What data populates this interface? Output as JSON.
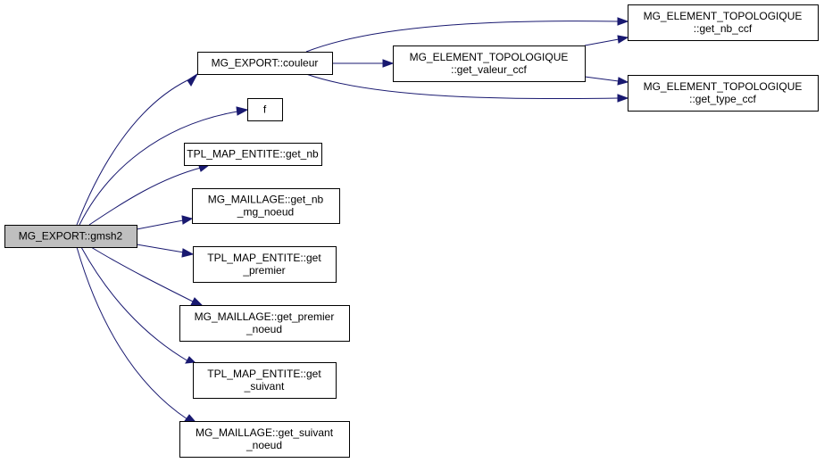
{
  "diagram": {
    "type": "call-graph",
    "edge_color": "#191970",
    "root_fill": "#bfbfbf",
    "node_fill": "#ffffff",
    "nodes": [
      {
        "id": "gmsh2",
        "lines": [
          "MG_EXPORT::gmsh2"
        ],
        "root": true
      },
      {
        "id": "couleur",
        "lines": [
          "MG_EXPORT::couleur"
        ]
      },
      {
        "id": "f",
        "lines": [
          "f"
        ]
      },
      {
        "id": "tpl_get_nb",
        "lines": [
          "TPL_MAP_ENTITE::get_nb"
        ]
      },
      {
        "id": "mg_get_nb_mg_noeud",
        "lines": [
          "MG_MAILLAGE::get_nb",
          "_mg_noeud"
        ]
      },
      {
        "id": "tpl_get_premier",
        "lines": [
          "TPL_MAP_ENTITE::get",
          "_premier"
        ]
      },
      {
        "id": "mg_get_premier_noeud",
        "lines": [
          "MG_MAILLAGE::get_premier",
          "_noeud"
        ]
      },
      {
        "id": "tpl_get_suivant",
        "lines": [
          "TPL_MAP_ENTITE::get",
          "_suivant"
        ]
      },
      {
        "id": "mg_get_suivant_noeud",
        "lines": [
          "MG_MAILLAGE::get_suivant",
          "_noeud"
        ]
      },
      {
        "id": "get_valeur_ccf",
        "lines": [
          "MG_ELEMENT_TOPOLOGIQUE",
          "::get_valeur_ccf"
        ]
      },
      {
        "id": "get_nb_ccf",
        "lines": [
          "MG_ELEMENT_TOPOLOGIQUE",
          "::get_nb_ccf"
        ]
      },
      {
        "id": "get_type_ccf",
        "lines": [
          "MG_ELEMENT_TOPOLOGIQUE",
          "::get_type_ccf"
        ]
      }
    ],
    "edges": [
      {
        "from": "gmsh2",
        "to": "couleur"
      },
      {
        "from": "gmsh2",
        "to": "f"
      },
      {
        "from": "gmsh2",
        "to": "tpl_get_nb"
      },
      {
        "from": "gmsh2",
        "to": "mg_get_nb_mg_noeud"
      },
      {
        "from": "gmsh2",
        "to": "tpl_get_premier"
      },
      {
        "from": "gmsh2",
        "to": "mg_get_premier_noeud"
      },
      {
        "from": "gmsh2",
        "to": "tpl_get_suivant"
      },
      {
        "from": "gmsh2",
        "to": "mg_get_suivant_noeud"
      },
      {
        "from": "couleur",
        "to": "get_nb_ccf"
      },
      {
        "from": "couleur",
        "to": "get_valeur_ccf"
      },
      {
        "from": "couleur",
        "to": "get_type_ccf"
      },
      {
        "from": "get_valeur_ccf",
        "to": "get_nb_ccf"
      },
      {
        "from": "get_valeur_ccf",
        "to": "get_type_ccf"
      }
    ]
  }
}
